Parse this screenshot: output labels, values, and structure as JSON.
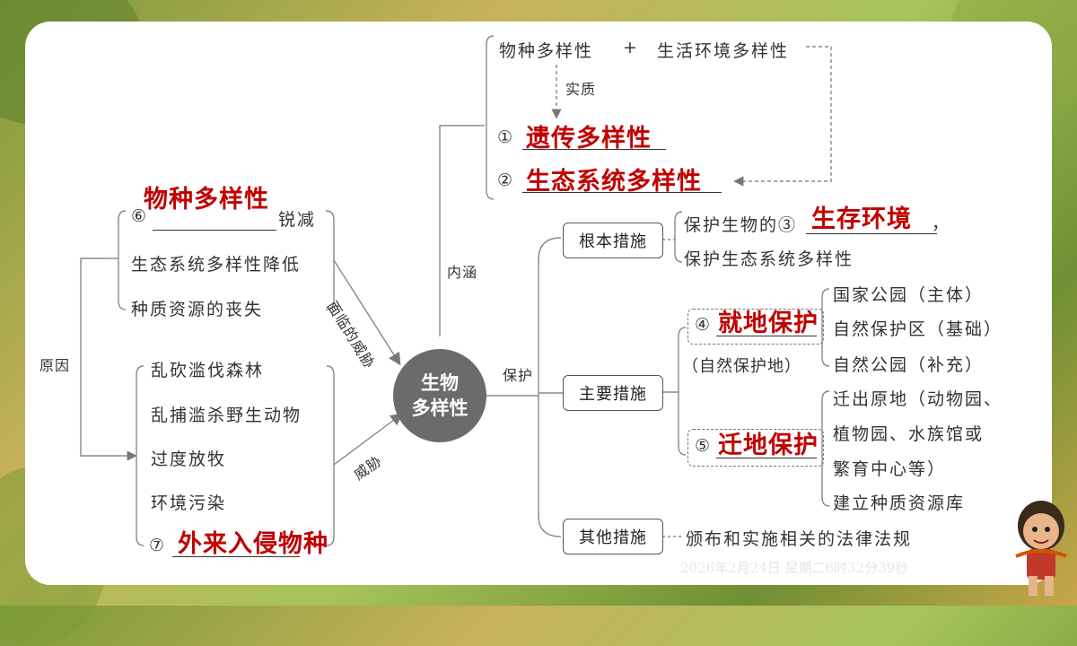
{
  "center": {
    "line1": "生物",
    "line2": "多样性"
  },
  "connectors": {
    "yuanyin": "原因",
    "mianlin": "面临的威胁",
    "weixie": "威胁",
    "neihan": "内涵",
    "baohu": "保护",
    "shizhi": "实质"
  },
  "threats": {
    "item1_num": "⑥",
    "item1_suffix": "锐减",
    "item2": "生态系统多样性降低",
    "item3": "种质资源的丧失",
    "answer6": "物种多样性"
  },
  "causes": {
    "item1": "乱砍滥伐森林",
    "item2": "乱捕滥杀野生动物",
    "item3": "过度放牧",
    "item4": "环境污染",
    "item5_num": "⑦",
    "answer7": "外来入侵物种"
  },
  "connotation": {
    "top_left": "物种多样性",
    "plus": "+",
    "top_right": "生活环境多样性",
    "num1": "①",
    "answer1": "遗传多样性",
    "num2": "②",
    "answer2": "生态系统多样性"
  },
  "protection": {
    "basic_label": "根本措施",
    "basic_line1_prefix": "保护生物的③",
    "answer3": "生存环境",
    "basic_comma": "，",
    "basic_line2": "保护生态系统多样性",
    "main_label": "主要措施",
    "num4": "④",
    "answer4": "就地保护",
    "insitu_note": "（自然保护地）",
    "insitu_items": [
      "国家公园（主体）",
      "自然保护区（基础）",
      "自然公园（补充）"
    ],
    "num5": "⑤",
    "answer5": "迁地保护",
    "exsitu_items": [
      "迁出原地（动物园、",
      "植物园、水族馆或",
      "繁育中心等）",
      "建立种质资源库"
    ],
    "other_label": "其他措施",
    "other_text": "颁布和实施相关的法律法规"
  },
  "timestamp": "2026年2月24日 星期二6时32分39秒",
  "colors": {
    "answer": "#c00000",
    "center": "#6b6b6b",
    "card": "#ffffff"
  }
}
